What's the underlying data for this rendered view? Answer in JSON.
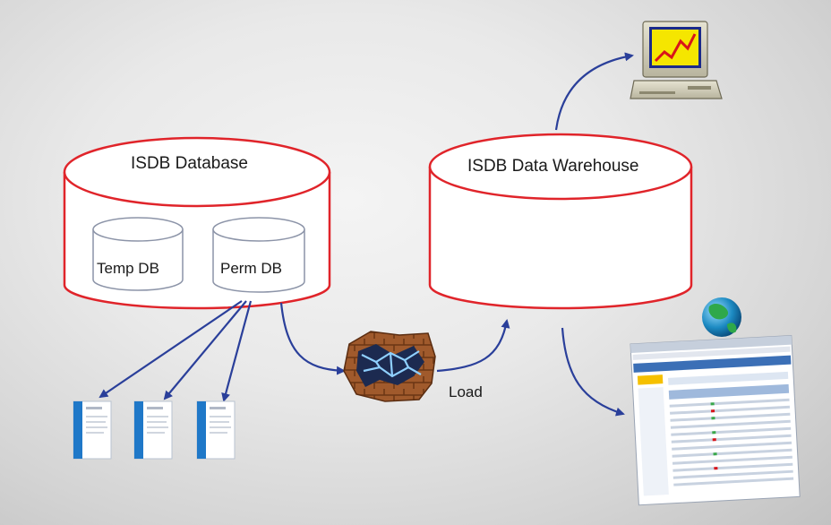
{
  "diagram": {
    "isdb_database_label": "ISDB Database",
    "temp_db_label": "Temp DB",
    "perm_db_label": "Perm DB",
    "warehouse_label": "ISDB Data Warehouse",
    "load_label": "Load"
  },
  "colors": {
    "cylinder_outline": "#e0242a",
    "arrow": "#2a3f9a",
    "inner_cylinder": "#8c94a8"
  },
  "icons": {
    "desktop": "computer-chart-icon",
    "globe": "globe-icon",
    "report_page": "web-report-icon",
    "document": "document-icon",
    "etl": "etl-transform-icon"
  }
}
